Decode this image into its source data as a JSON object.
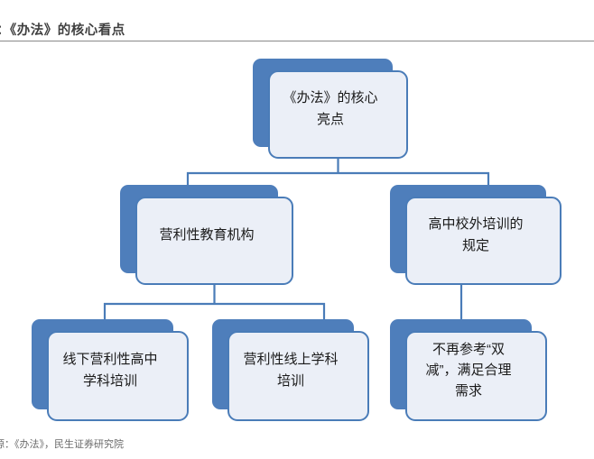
{
  "header": {
    "title": "：《办法》的核心看点",
    "rule_color": "#8a8a8a"
  },
  "theme": {
    "shadow_blue": "#4E7EBB",
    "box_fill": "#EBEFF7",
    "box_border": "#4A7CB8",
    "connector": "#4A7CB8",
    "text": "#1a1a1a"
  },
  "diagram": {
    "type": "org-chart",
    "nodes": {
      "root": {
        "label": "《办法》的核心\n亮点"
      },
      "profit": {
        "label": "营利性教育机构"
      },
      "highschool": {
        "label": "高中校外培训的\n规定"
      },
      "offline": {
        "label": "线下营利性高中\n学科培训"
      },
      "online": {
        "label": "营利性线上学科\n培训"
      },
      "demand": {
        "label": "不再参考“双\n减”，满足合理\n需求"
      }
    },
    "edges": [
      {
        "from": "root",
        "to": "profit"
      },
      {
        "from": "root",
        "to": "highschool"
      },
      {
        "from": "profit",
        "to": "offline"
      },
      {
        "from": "profit",
        "to": "online"
      },
      {
        "from": "highschool",
        "to": "demand"
      }
    ]
  },
  "footer": {
    "source": "源：《办法》，民生证券研究院"
  }
}
